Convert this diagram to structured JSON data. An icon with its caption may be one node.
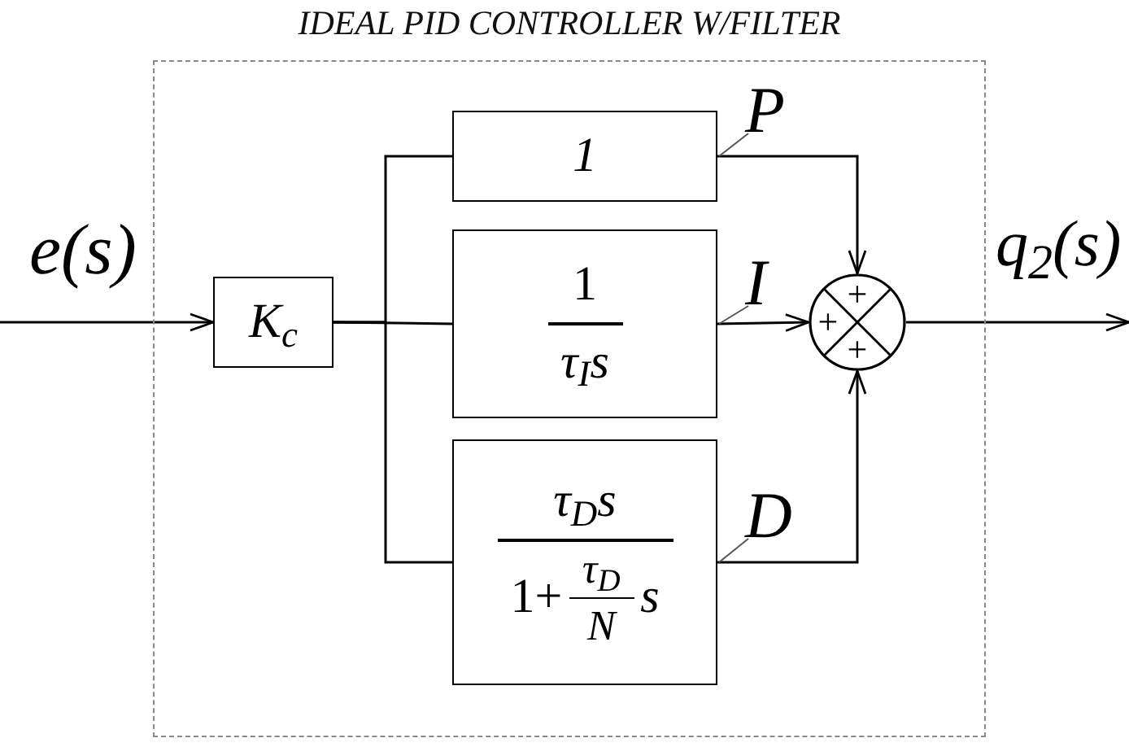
{
  "diagram": {
    "nodes": [
      {
        "text": [
          "IDEAL PID CONTROLLER W/FILTER"
        ]
      },
      {
        "text": [
          "K$_{c}$"
        ],
        "in": 0
      },
      {
        "text": [
          "1"
        ],
        "in": 0
      },
      {
        "text": [
          "P"
        ],
        "in": 0
      },
      {
        "text": [
          "1",
          "τ$_{I}$s"
        ],
        "in": 0
      },
      {
        "text": [
          "I"
        ],
        "in": 0
      },
      {
        "text": [
          "τ$_{D}$s",
          "1+",
          "τ$_{D}$",
          "N",
          "s"
        ],
        "in": 0
      },
      {
        "text": [
          "D"
        ],
        "in": 0
      },
      {
        "text": [
          "+",
          "+",
          "+"
        ],
        "in": 0
      }
    ],
    "edges": [
      {
        "from": null,
        "to": 1,
        "arrow": "to"
      },
      {
        "from": 1,
        "to": 2,
        "arrow": "none"
      },
      {
        "from": 1,
        "to": 4,
        "arrow": "none"
      },
      {
        "from": 1,
        "to": 6,
        "arrow": "none"
      },
      {
        "from": 2,
        "to": 8,
        "arrow": "to"
      },
      {
        "from": 4,
        "to": 8,
        "arrow": "to"
      },
      {
        "from": 6,
        "to": 8,
        "arrow": "to"
      },
      {
        "from": 8,
        "to": null,
        "arrow": "to"
      },
      {
        "from": 3,
        "to": 2,
        "arrow": "none"
      },
      {
        "from": 5,
        "to": 4,
        "arrow": "none"
      },
      {
        "from": 7,
        "to": 6,
        "arrow": "none"
      }
    ],
    "labels": [
      "e(s)",
      "q$_{2}$(s)"
    ]
  }
}
